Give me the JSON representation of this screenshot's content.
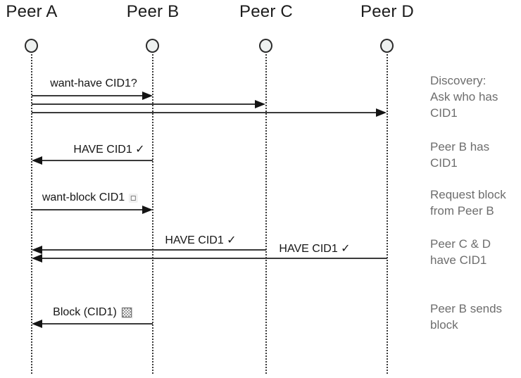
{
  "diagram": {
    "type": "sequence",
    "actors": [
      {
        "label": "Peer A"
      },
      {
        "label": "Peer B"
      },
      {
        "label": "Peer C"
      },
      {
        "label": "Peer D"
      }
    ],
    "messages": [
      {
        "label": "want-have CID1?",
        "from": "Peer A",
        "to": "Peer B",
        "direction": "right"
      },
      {
        "label": "",
        "from": "Peer A",
        "to": "Peer C",
        "direction": "right"
      },
      {
        "label": "",
        "from": "Peer A",
        "to": "Peer D",
        "direction": "right"
      },
      {
        "label": "HAVE CID1 ✓",
        "from": "Peer B",
        "to": "Peer A",
        "direction": "left"
      },
      {
        "label": "want-block CID1",
        "icon": "small-square-icon",
        "from": "Peer A",
        "to": "Peer B",
        "direction": "right"
      },
      {
        "label": "HAVE CID1 ✓",
        "from": "Peer C",
        "to": "Peer A",
        "direction": "left"
      },
      {
        "label": "HAVE CID1 ✓",
        "from": "Peer D",
        "to": "Peer A",
        "direction": "left"
      },
      {
        "label": "Block (CID1)",
        "icon": "checkered-square-icon",
        "from": "Peer B",
        "to": "Peer A",
        "direction": "left"
      }
    ],
    "annotations": [
      {
        "text": "Discovery:\nAsk who has\nCID1"
      },
      {
        "text": "Peer B has\nCID1"
      },
      {
        "text": "Request block\nfrom Peer B"
      },
      {
        "text": "Peer C & D\nhave CID1"
      },
      {
        "text": "Peer B sends\nblock"
      }
    ],
    "colors": {
      "arrow_line": "#3a3a3a",
      "arrowhead": "#141414",
      "actor_text": "#1c1c1c",
      "message_text": "#161616",
      "annotation_text": "#6d6d6d",
      "circle_fill": "#eef1f0"
    }
  }
}
